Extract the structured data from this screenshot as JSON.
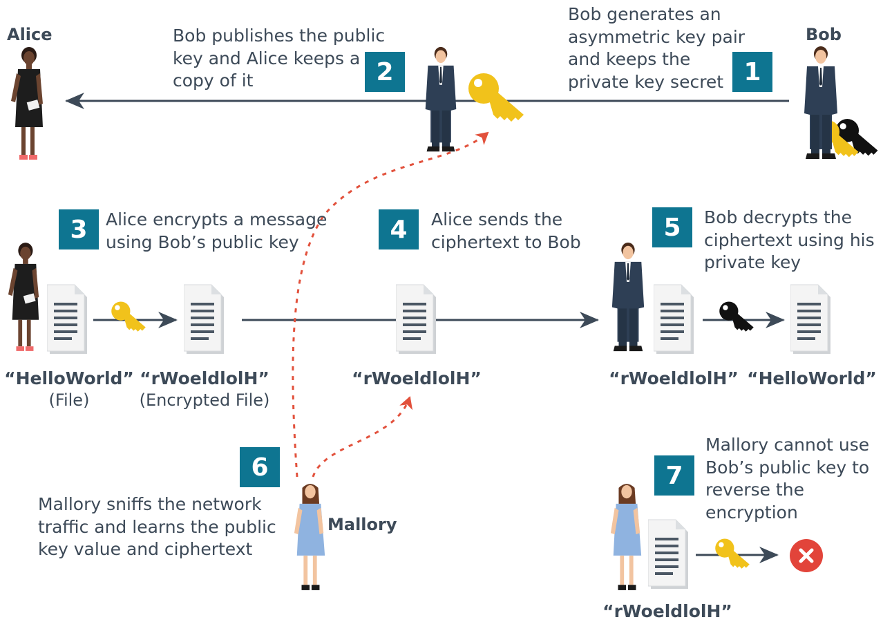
{
  "names": {
    "alice": "Alice",
    "bob": "Bob",
    "mallory": "Mallory"
  },
  "steps": [
    {
      "num": "1",
      "text": "Bob generates an\nasymmetric key pair\nand keeps the\nprivate key secret"
    },
    {
      "num": "2",
      "text": "Bob publishes the public\nkey and Alice keeps a\ncopy of it"
    },
    {
      "num": "3",
      "text": "Alice encrypts a message\nusing Bob’s public key"
    },
    {
      "num": "4",
      "text": "Alice sends the\nciphertext to Bob"
    },
    {
      "num": "5",
      "text": "Bob decrypts the\nciphertext using his\nprivate key"
    },
    {
      "num": "6",
      "text": "Mallory sniffs the network\ntraffic and learns the public\nkey value and ciphertext"
    },
    {
      "num": "7",
      "text": "Mallory cannot use\nBob’s public key to\nreverse the\nencryption"
    }
  ],
  "labels": {
    "file_plain": "“HelloWorld”",
    "file_plain_sub": "(File)",
    "file_enc": "“rWoeldlolH”",
    "file_enc_sub": "(Encrypted File)",
    "transit": "“rWoeldlolH”",
    "bob_cipher": "“rWoeldlolH”",
    "bob_plain": "“HelloWorld”",
    "mallory_cipher": "“rWoeldlolH”"
  },
  "colors": {
    "badge": "#0e7591",
    "public_key": "#f1c21b",
    "private_key": "#111111",
    "arrow": "#3d4a58",
    "sniff_arrow": "#e2513c",
    "error": "#e2443a"
  },
  "icons": [
    "person-icon",
    "document-icon",
    "key-icon",
    "error-icon"
  ]
}
